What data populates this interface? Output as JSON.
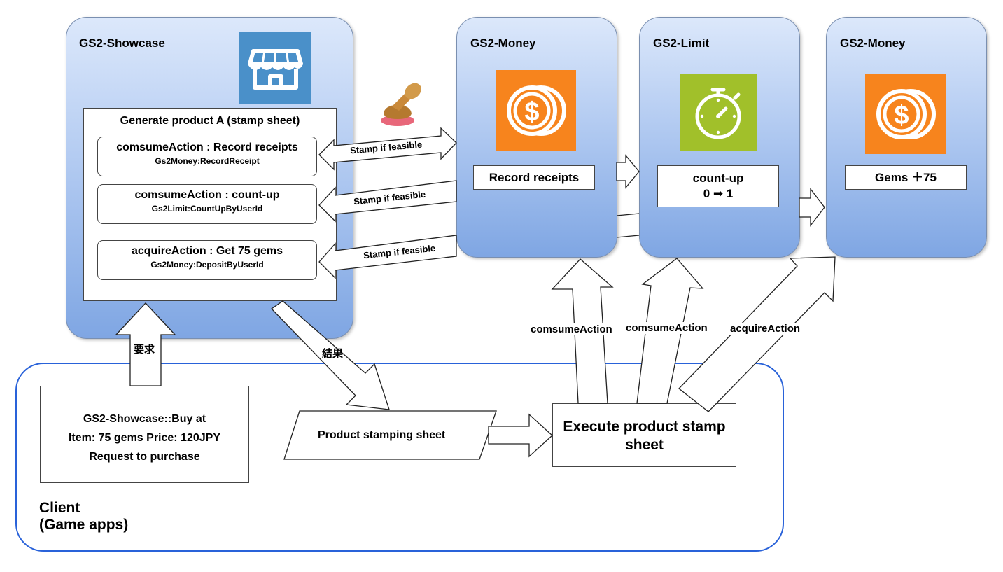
{
  "showcase": {
    "title": "GS2-Showcase",
    "product_header": "Generate product A (stamp sheet)",
    "actions": [
      {
        "line1": "comsumeAction : Record receipts",
        "line2": "Gs2Money:RecordReceipt"
      },
      {
        "line1": "comsumeAction : count-up",
        "line2": "Gs2Limit:CountUpByUserId"
      },
      {
        "line1": "acquireAction : Get 75 gems",
        "line2": "Gs2Money:DepositByUserId"
      }
    ]
  },
  "money1": {
    "title": "GS2-Money",
    "box": "Record receipts"
  },
  "limit": {
    "title": "GS2-Limit",
    "box_line1": "count-up",
    "box_line2": "0 ➡ 1"
  },
  "money2": {
    "title": "GS2-Money",
    "box": "Gems ＋75"
  },
  "stamp_labels": [
    "Stamp if feasible",
    "Stamp if feasible",
    "Stamp if feasible"
  ],
  "client": {
    "title_line1": "Client",
    "title_line2": "(Game apps)",
    "buy_lines": [
      "GS2-Showcase::Buy at",
      "Item: 75 gems Price: 120JPY",
      "Request to purchase"
    ],
    "request_label": "要求",
    "result_label": "結果",
    "sheet_label": "Product stamping sheet",
    "execute_label": "Execute product stamp sheet"
  },
  "exec_arrows": [
    "comsumeAction",
    "comsumeAction",
    "acquireAction"
  ],
  "colors": {
    "money_orange": "#f7841d",
    "showcase_blue": "#4a90c9",
    "limit_green": "#a1c02a",
    "client_border": "#2962d9"
  },
  "icons": [
    "store-icon",
    "stamp-icon",
    "dollar-coin-icon",
    "stopwatch-icon",
    "dollar-coin-icon"
  ]
}
